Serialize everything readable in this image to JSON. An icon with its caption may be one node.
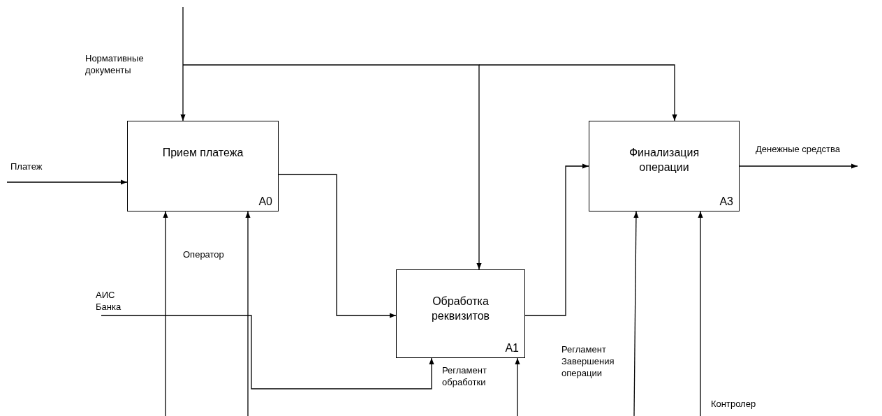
{
  "diagram": {
    "nodes": [
      {
        "text": [
          "Прием платежа",
          "A0"
        ]
      },
      {
        "text": [
          "Обработка реквизитов",
          "A1"
        ]
      },
      {
        "text": [
          "Финализация операции",
          "A3"
        ]
      }
    ],
    "edges": [
      {
        "from": null,
        "to": 0,
        "arrow": "to",
        "label": "Нормативные документы"
      },
      {
        "from": null,
        "to": 1,
        "arrow": "to"
      },
      {
        "from": null,
        "to": 2,
        "arrow": "to"
      },
      {
        "from": null,
        "to": 0,
        "arrow": "to",
        "label": "Платеж"
      },
      {
        "from": 0,
        "to": 1,
        "arrow": "to"
      },
      {
        "from": 1,
        "to": 2,
        "arrow": "to"
      },
      {
        "from": 2,
        "to": null,
        "arrow": "to",
        "label": "Денежные средства"
      },
      {
        "from": null,
        "to": 0,
        "arrow": "to"
      },
      {
        "from": null,
        "to": 0,
        "arrow": "to",
        "label": "Оператор"
      },
      {
        "from": null,
        "to": 1,
        "arrow": "to",
        "label": "АИС Банка"
      },
      {
        "from": null,
        "to": 1,
        "arrow": "to",
        "label": "Регламент обработки"
      },
      {
        "from": null,
        "to": 2,
        "arrow": "to",
        "label": "Регламент Завершения операции"
      },
      {
        "from": null,
        "to": 2,
        "arrow": "to",
        "label": "Контролер"
      }
    ]
  }
}
